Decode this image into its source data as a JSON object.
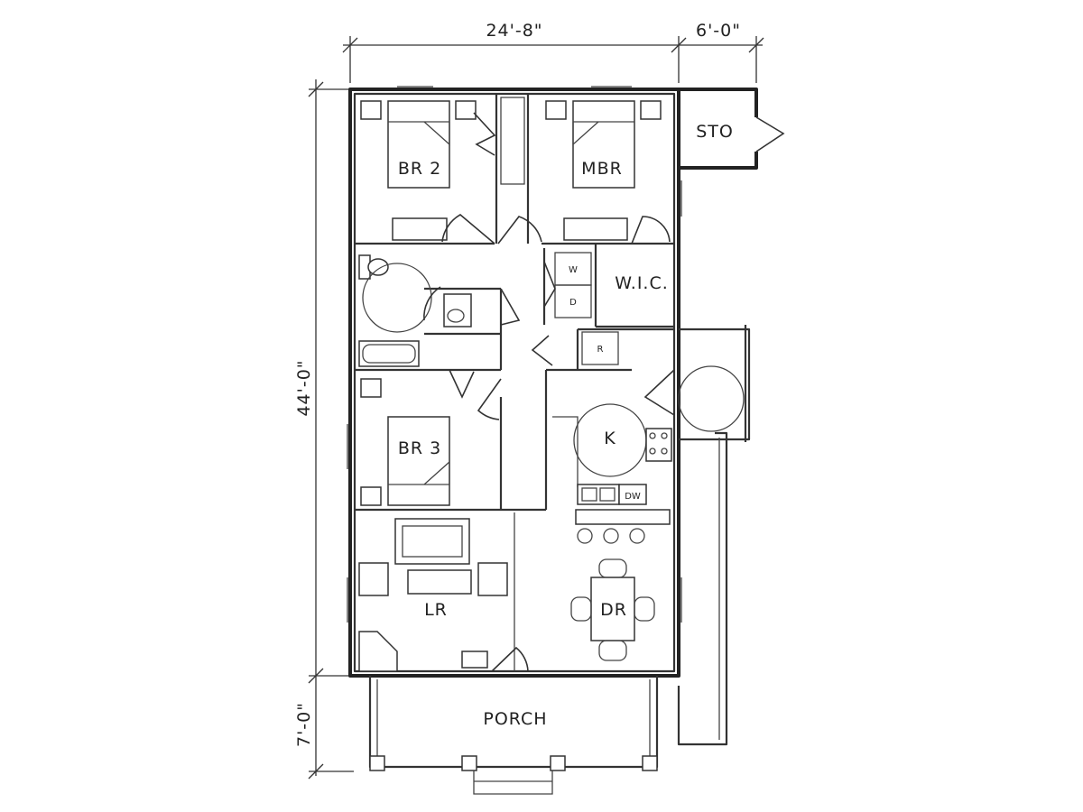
{
  "dimensions": {
    "width_main": "24'-8\"",
    "width_storage": "6'-0\"",
    "depth_house": "44'-0\"",
    "depth_porch": "7'-0\""
  },
  "rooms": {
    "br2": "BR 2",
    "mbr": "MBR",
    "sto": "STO",
    "wic": "W.I.C.",
    "br3": "BR 3",
    "kitchen": "K",
    "lr": "LR",
    "dr": "DR",
    "porch": "PORCH"
  },
  "fixtures": {
    "washer": "W",
    "dryer": "D",
    "refrigerator": "R",
    "dishwasher": "DW"
  }
}
